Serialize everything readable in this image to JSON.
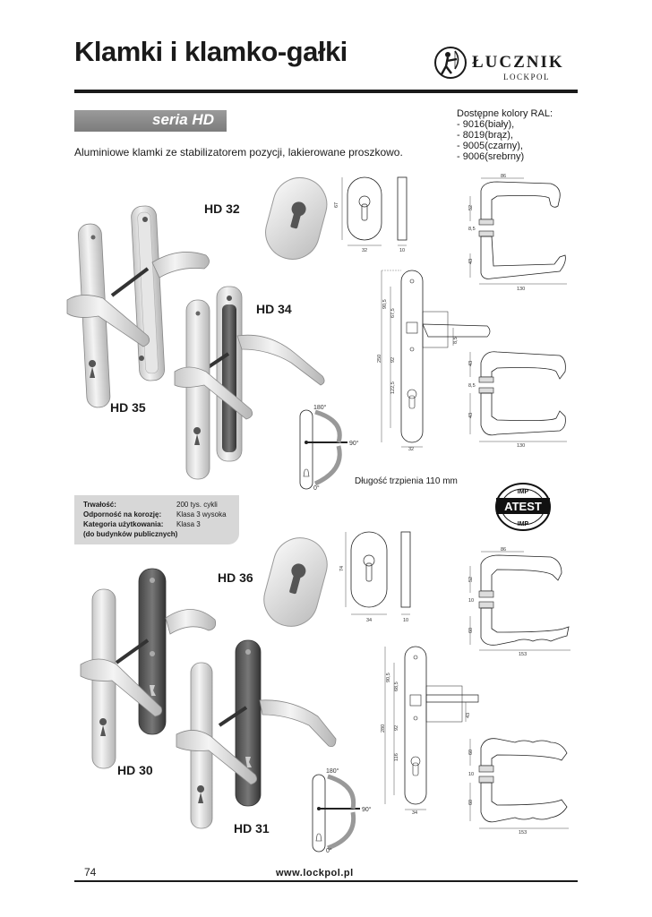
{
  "header": {
    "title": "Klamki i klamko-gałki",
    "logo": {
      "name": "ŁUCZNIK",
      "sub": "LOCKPOL",
      "icon": "archer-icon"
    }
  },
  "series": {
    "label": "seria HD"
  },
  "description": "Aluminiowe klamki ze stabilizatorem pozycji, lakierowane proszkowo.",
  "ral": {
    "title": "Dostępne kolory RAL:",
    "items": [
      "- 9016(biały),",
      "- 8019(brąz),",
      "- 9005(czarny),",
      "- 9006(srebrny)"
    ]
  },
  "models": {
    "hd32": "HD 32",
    "hd34": "HD 34",
    "hd35": "HD 35",
    "hd36": "HD 36",
    "hd30": "HD 30",
    "hd31": "HD 31"
  },
  "specs": [
    {
      "key": "Trwałość:",
      "value": "200 tys. cykli"
    },
    {
      "key": "Odporność na korozję:",
      "value": "Klasa 3 wysoka"
    },
    {
      "key": "Kategoria użytkowania:",
      "value": "Klasa 3"
    },
    {
      "key": "(do budynków publicznych)",
      "value": ""
    }
  ],
  "spindle_note": "Długość trzpienia 110 mm",
  "atest": {
    "top": "IMP",
    "main": "ATEST",
    "bottom": "IMP"
  },
  "angles": {
    "a180": "180°",
    "a90": "90°",
    "a0": "0°"
  },
  "dims_top": {
    "esc_w": "32",
    "esc_h": "67",
    "esc_t": "10",
    "lever_top": "86",
    "lever_52": "52",
    "lever_85": "8,5",
    "lever_43": "43",
    "lever_130": "130",
    "plate_905": "90,5",
    "plate_675": "67,5",
    "plate_250": "250",
    "plate_92": "92",
    "plate_1225": "122,5",
    "plate_32": "32",
    "plate_85": "8,5",
    "knob_43a": "43",
    "knob_85": "8,5",
    "knob_43b": "43",
    "knob_130": "130"
  },
  "dims_bottom": {
    "esc_w": "34",
    "esc_h": "74",
    "esc_t": "10",
    "lever_top": "86",
    "lever_52": "52",
    "lever_10": "10",
    "lever_60": "60",
    "lever_153": "153",
    "plate_905": "90,5",
    "plate_685": "68,5",
    "plate_280": "280",
    "plate_92": "92",
    "plate_116": "116",
    "plate_34": "34",
    "plate_43": "43",
    "knob_60a": "60",
    "knob_10": "10",
    "knob_60b": "60",
    "knob_153": "153"
  },
  "footer": {
    "page": "74",
    "url": "www.lockpol.pl"
  }
}
